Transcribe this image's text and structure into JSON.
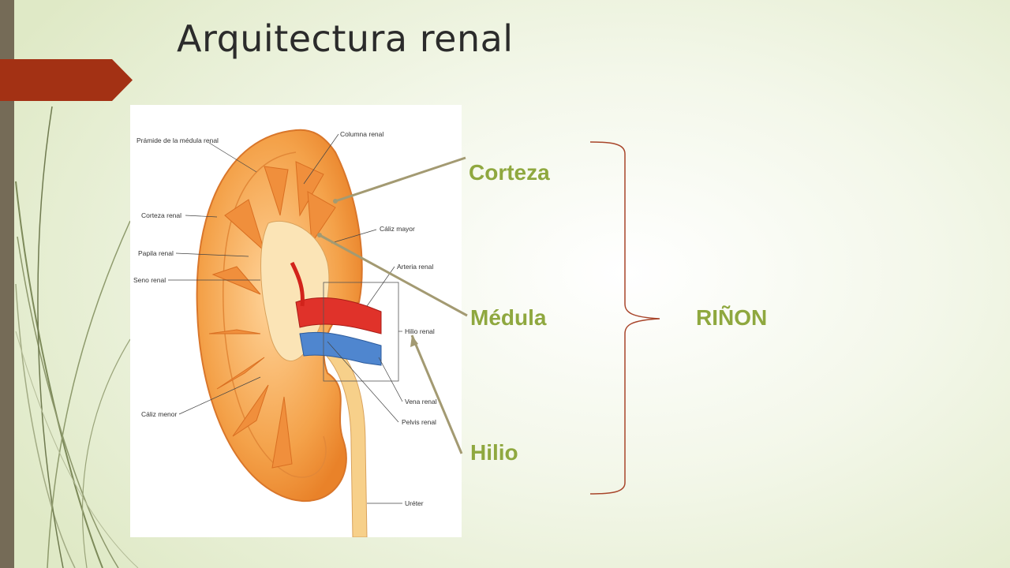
{
  "slide": {
    "title": "Arquitectura renal"
  },
  "figure": {
    "labels": {
      "piramide": "Prámide de la médula renal",
      "columna": "Columna renal",
      "corteza_renal": "Corteza renal",
      "caliz_mayor": "Cáliz mayor",
      "papila": "Papila renal",
      "seno": "Seno renal",
      "arteria": "Arteria renal",
      "hilio_renal": "Hilio renal",
      "vena": "Vena renal",
      "caliz_menor": "Cáliz menor",
      "pelvis": "Pelvis renal",
      "ureter": "Uréter"
    }
  },
  "callouts": {
    "corteza": "Corteza",
    "medula": "Médula",
    "hilio": "Hilio",
    "rinon": "RIÑON"
  },
  "colors": {
    "accent_green": "#8fa83f",
    "tab_red": "#a33114",
    "bracket_red": "#a8452a",
    "pointer_line": "#a39a72",
    "left_bar": "#756b57"
  }
}
